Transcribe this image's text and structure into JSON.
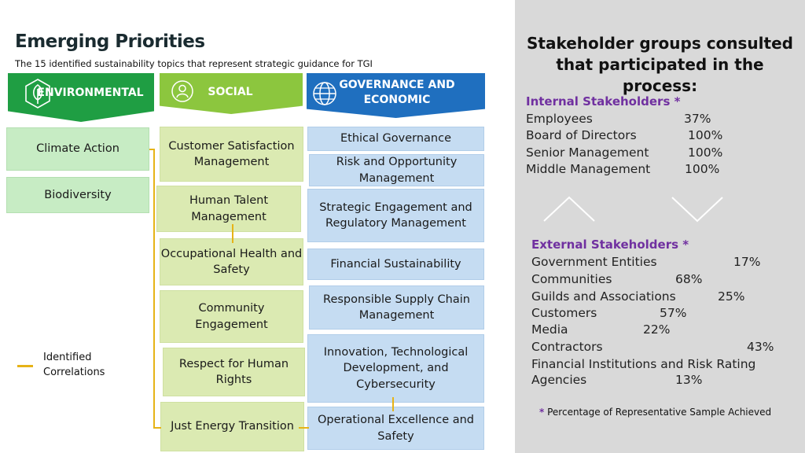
{
  "header": {
    "title": "Emerging Priorities",
    "subtitle": "The 15 identified sustainability topics that represent strategic guidance for TGI"
  },
  "columns": {
    "environmental": {
      "label": "ENVIRONMENTAL",
      "icon": "leaf-icon",
      "color": "#1f9e43",
      "items": [
        "Climate Action",
        "Biodiversity"
      ]
    },
    "social": {
      "label": "SOCIAL",
      "icon": "person-icon",
      "color": "#8cc63e",
      "items": [
        "Customer Satisfaction Management",
        "Human Talent Management",
        "Occupational Health and Safety",
        "Community Engagement",
        "Respect for Human Rights",
        "Just Energy Transition"
      ]
    },
    "governance": {
      "label": "GOVERNANCE AND ECONOMIC",
      "icon": "globe-icon",
      "color": "#1f6fbf",
      "items": [
        "Ethical Governance",
        "Risk and Opportunity Management",
        "Strategic Engagement and Regulatory Management",
        "Financial Sustainability",
        "Responsible Supply Chain Management",
        "Innovation, Technological Development, and Cybersecurity",
        "Operational Excellence and Safety"
      ]
    }
  },
  "legend": {
    "label": "Identified Correlations",
    "color": "#e6b317"
  },
  "stakeholders": {
    "title": "Stakeholder groups consulted that participated in the process:",
    "internal": {
      "title": "Internal Stakeholders *",
      "rows": [
        {
          "name": "Employees",
          "value": "37%"
        },
        {
          "name": "Board of Directors",
          "value": "100%"
        },
        {
          "name": "Senior Management",
          "value": "100%"
        },
        {
          "name": "Middle Management",
          "value": "100%"
        }
      ]
    },
    "external": {
      "title": "External Stakeholders *",
      "rows": [
        {
          "name": "Government Entities",
          "value": "17%"
        },
        {
          "name": "Communities",
          "value": "68%"
        },
        {
          "name": "Guilds and Associations",
          "value": "25%"
        },
        {
          "name": "Customers",
          "value": "57%"
        },
        {
          "name": "Media",
          "value": "22%"
        },
        {
          "name": "Contractors",
          "value": "43%"
        },
        {
          "name": "Financial Institutions and Risk Rating",
          "value": ""
        },
        {
          "name": "Agencies",
          "value": "13%"
        }
      ]
    },
    "footnote_marker": "*",
    "footnote": "Percentage of Representative Sample Achieved",
    "accent_color": "#7030a0"
  }
}
